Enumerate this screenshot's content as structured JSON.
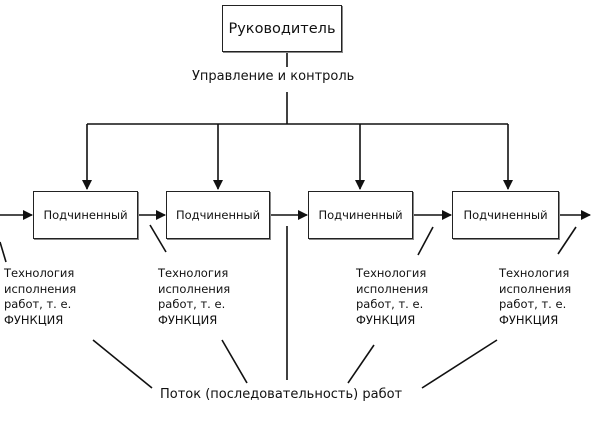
{
  "manager": "Руководитель",
  "control_label": "Управление и контроль",
  "subordinates": [
    "Подчиненный",
    "Подчиненный",
    "Подчиненный",
    "Подчиненный"
  ],
  "tech_notes": [
    [
      "Технология",
      "исполнения",
      "работ, т. е.",
      "ФУНКЦИЯ"
    ],
    [
      "Технология",
      "исполнения",
      "работ, т. е.",
      "ФУНКЦИЯ"
    ],
    [
      "Технология",
      "исполнения",
      "работ, т. е.",
      "ФУНКЦИЯ"
    ],
    [
      "Технология",
      "исполнения",
      "работ, т. е.",
      "ФУНКЦИЯ"
    ]
  ],
  "flow_label": "Поток (последовательность) работ"
}
